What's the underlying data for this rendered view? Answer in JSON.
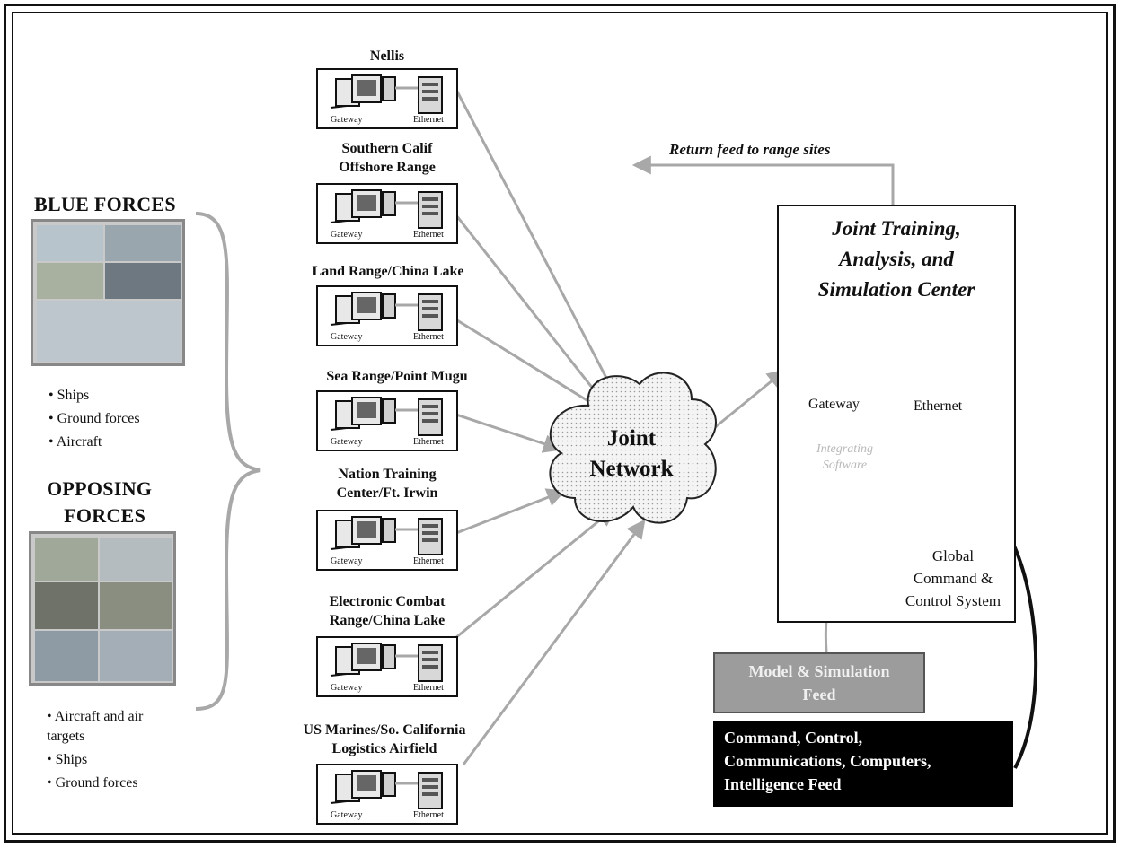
{
  "blue_forces": {
    "title": "BLUE FORCES",
    "items": [
      "Ships",
      "Ground forces",
      "Aircraft"
    ]
  },
  "opposing_forces": {
    "title_line1": "OPPOSING",
    "title_line2": "FORCES",
    "items": [
      "Aircraft and air targets",
      "Ships",
      "Ground forces"
    ]
  },
  "range_sites": [
    {
      "lines": [
        "Nellis"
      ]
    },
    {
      "lines": [
        "Southern Calif",
        "Offshore Range"
      ]
    },
    {
      "lines": [
        "Land Range/China Lake"
      ]
    },
    {
      "lines": [
        "Sea Range/Point Mugu"
      ]
    },
    {
      "lines": [
        "Nation Training",
        "Center/Ft. Irwin"
      ]
    },
    {
      "lines": [
        "Electronic Combat",
        "Range/China Lake"
      ]
    },
    {
      "lines": [
        "US Marines/So. California",
        "Logistics Airfield"
      ]
    }
  ],
  "site_captions": {
    "gateway": "Gateway",
    "ethernet": "Ethernet"
  },
  "network": {
    "line1": "Joint",
    "line2": "Network"
  },
  "return_feed": "Return feed to range sites",
  "center": {
    "title_line1": "Joint Training,",
    "title_line2": "Analysis, and",
    "title_line3": "Simulation Center",
    "gateway_label": "Gateway",
    "ethernet_label": "Ethernet",
    "software_line1": "Integrating",
    "software_line2": "Software",
    "gccs_line1": "Global",
    "gccs_line2": "Command &",
    "gccs_line3": "Control System"
  },
  "model_feed": {
    "line1": "Model & Simulation",
    "line2": "Feed"
  },
  "c4i_feed": {
    "line1": "Command, Control,",
    "line2": "Communications, Computers,",
    "line3": "Intelligence Feed"
  },
  "colors": {
    "arrow": "#a8a8a8",
    "frame": "#111111",
    "model_fill": "#9c9c9c",
    "c4i_fill": "#000000"
  }
}
